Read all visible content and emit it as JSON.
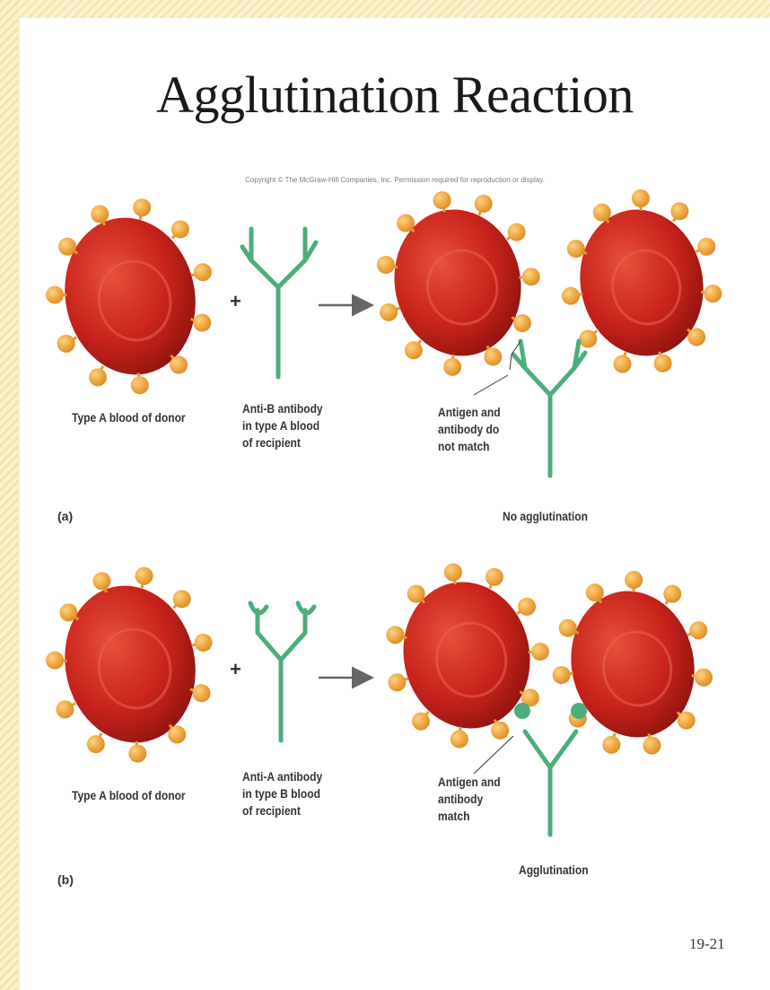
{
  "title": "Agglutination Reaction",
  "copyright": "Copyright © The McGraw-Hill Companies, Inc. Permission required for reproduction or display.",
  "colors": {
    "cell": "#c8231b",
    "cell_highlight": "#e04a3a",
    "antigen": "#f0a83a",
    "antibody": "#4cae7a",
    "arrow": "#666666",
    "background": "#f6ecc6"
  },
  "panel_a": {
    "label": "(a)",
    "donor": "Type A blood of donor",
    "antibody": "Anti-B antibody\nin type A blood\nof recipient",
    "note": "Antigen and\nantibody do\nnot match",
    "result": "No agglutination",
    "plus": "+"
  },
  "panel_b": {
    "label": "(b)",
    "donor": "Type A blood of donor",
    "antibody": "Anti-A antibody\nin type B blood\nof recipient",
    "note": "Antigen and\nantibody\nmatch",
    "result": "Agglutination",
    "plus": "+"
  },
  "slide_number": "19-21"
}
